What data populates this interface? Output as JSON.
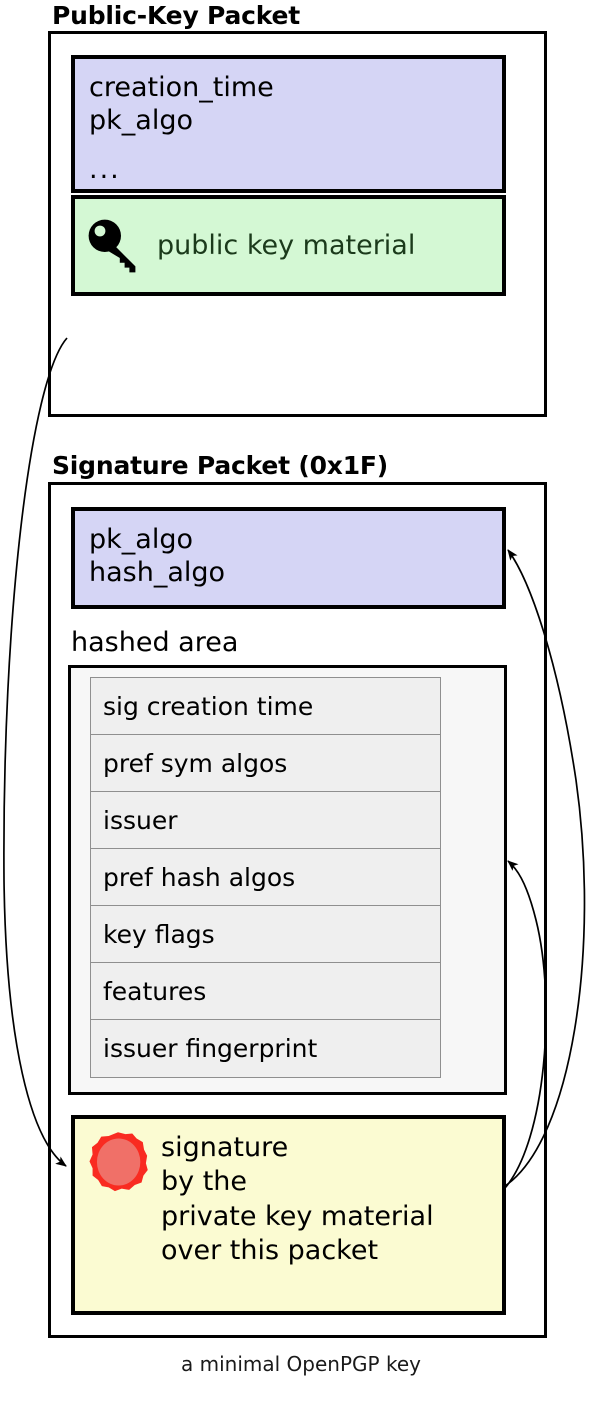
{
  "diagram": {
    "caption": "a minimal OpenPGP key",
    "colors": {
      "meta_fill": "#d5d5f5",
      "key_material_fill": "#d4f8d4",
      "signature_fill": "#fbfbd2",
      "hashed_area_fill": "#f7f7f7",
      "subpacket_fill": "#efefef",
      "seal_outer": "#f92b21",
      "seal_inner": "#f07068",
      "stroke": "#000000"
    }
  },
  "public_key_packet": {
    "title": "Public-Key Packet",
    "meta": {
      "lines": [
        "creation_time",
        "pk_algo"
      ],
      "ellipsis": "..."
    },
    "key_material": {
      "icon": "key-icon",
      "label": "public key material"
    }
  },
  "signature_packet": {
    "title": "Signature Packet (0x1F)",
    "meta": {
      "lines": [
        "pk_algo",
        "hash_algo"
      ]
    },
    "hashed_area": {
      "label": "hashed area",
      "subpackets": [
        "sig creation time",
        "pref sym algos",
        "issuer",
        "pref hash algos",
        "key flags",
        "features",
        "issuer fingerprint"
      ]
    },
    "signature": {
      "icon": "wax-seal-icon",
      "lines": [
        "signature",
        "by the",
        "private key material",
        "over this packet"
      ]
    }
  },
  "arrows": [
    {
      "name": "public-key-to-signature",
      "from": "public-key-packet",
      "to": "signature-block"
    },
    {
      "name": "signature-to-sig-meta",
      "from": "signature-block",
      "to": "signature-packet-meta"
    },
    {
      "name": "signature-to-hashed-area",
      "from": "signature-block",
      "to": "hashed-area"
    }
  ]
}
